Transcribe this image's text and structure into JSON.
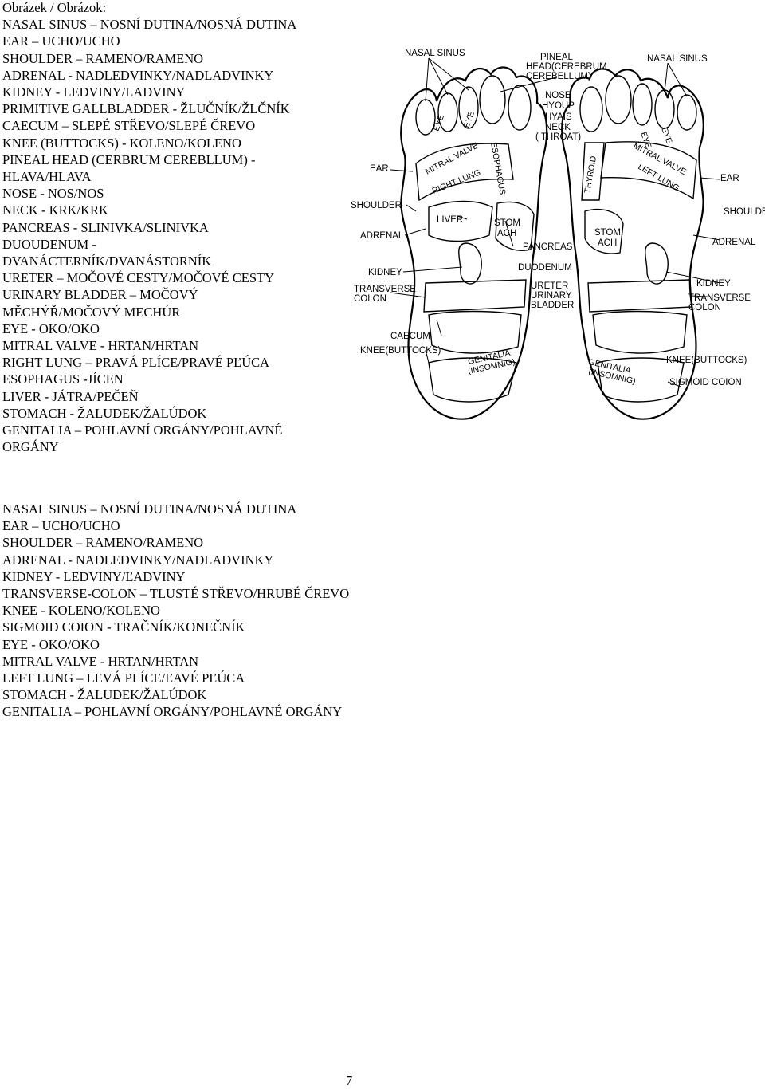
{
  "left_list": {
    "heading": "Obrázek / Obrázok:",
    "lines": [
      "NASAL SINUS – NOSNÍ DUTINA/NOSNÁ DUTINA",
      "EAR – UCHO/UCHO",
      "SHOULDER – RAMENO/RAMENO",
      "ADRENAL - NADLEDVINKY/NADLADVINKY",
      "KIDNEY - LEDVINY/LADVINY",
      "PRIMITIVE GALLBLADDER - ŽLUČNÍK/ŽLČNÍK",
      "CAECUM – SLEPÉ STŘEVO/SLEPÉ ČREVO",
      "KNEE (BUTTOCKS) - KOLENO/KOLENO",
      "PINEAL HEAD (CERBRUM CEREBLLUM) -",
      "HLAVA/HLAVA",
      "NOSE - NOS/NOS",
      "NECK - KRK/KRK",
      "PANCREAS - SLINIVKA/SLINIVKA",
      "DUOUDENUM -",
      "DVANÁCTERNÍK/DVANÁSTORNÍK",
      "URETER – MOČOVÉ CESTY/MOČOVÉ CESTY",
      "URINARY BLADDER – MOČOVÝ",
      "MĚCHÝŘ/MOČOVÝ MECHÚR",
      "EYE - OKO/OKO",
      "MITRAL VALVE - HRTAN/HRTAN",
      "RIGHT LUNG – PRAVÁ PLÍCE/PRAVÉ PĽÚCA",
      "ESOPHAGUS -JÍCEN",
      "LIVER - JÁTRA/PEČEŇ",
      "STOMACH - ŽALUDEK/ŽALÚDOK",
      "GENITALIA – POHLAVNÍ ORGÁNY/POHLAVNÉ",
      "ORGÁNY"
    ]
  },
  "right_list": {
    "lines": [
      "NASAL SINUS – NOSNÍ DUTINA/NOSNÁ DUTINA",
      "EAR – UCHO/UCHO",
      "SHOULDER – RAMENO/RAMENO",
      "ADRENAL - NADLEDVINKY/NADLADVINKY",
      "KIDNEY - LEDVINY/ĽADVINY",
      "TRANSVERSE-COLON – TLUSTÉ STŘEVO/HRUBÉ ČREVO",
      "KNEE - KOLENO/KOLENO",
      "SIGMOID COION - TRAČNÍK/KONEČNÍK",
      "EYE - OKO/OKO",
      "MITRAL VALVE - HRTAN/HRTAN",
      "LEFT LUNG – LEVÁ PLÍCE/ĽAVÉ PĽÚCA",
      "STOMACH - ŽALUDEK/ŽALÚDOK",
      "GENITALIA – POHLAVNÍ ORGÁNY/POHLAVNÉ ORGÁNY"
    ]
  },
  "figure_labels": {
    "nasal_sinus_left": "NASAL SINUS",
    "pineal_head": "PINEAL",
    "pineal_head_2": "HEAD(CEREBRUM",
    "pineal_head_3": "CEREBELLUM)",
    "nasal_sinus_right": "NASAL SINUS",
    "nose": "NOSE",
    "hyoup": "HYOUP",
    "hyais": "HYAIS",
    "neck": "NECK",
    "throat": "( THROAT)",
    "eye_left_1": "EYE",
    "eye_left_2": "EYE",
    "eye_right_1": "EYE",
    "eye_right_2": "EYE",
    "ear_left": "EAR",
    "ear_right": "EAR",
    "mitral_valve_left": "MITRAL VALVE",
    "mitral_valve_right": "MITRAL VALVE",
    "esophagus": "ESOPHAGUS",
    "right_lung": "RIGHT LUNG",
    "left_lung": "LEFT LUNG",
    "thyroid": "THYROID",
    "shoulder_left": "SHOULDER",
    "shoulder_right": "SHOULDE",
    "liver": "LIVER",
    "stomach_left_1": "STOM",
    "stomach_left_2": "ACH",
    "stomach_right_1": "STOM",
    "stomach_right_2": "ACH",
    "adrenal_left": "ADRENAL",
    "adrenal_right": "ADRENAL",
    "pancreas": "PANCREAS",
    "duodenum": "DUODENUM",
    "kidney_left": "KIDNEY",
    "kidney_right": "KIDNEY",
    "ureter": "URETER",
    "urinary": "URINARY",
    "bladder": "BLADDER",
    "transverse_left_1": "TRANSVERSE",
    "transverse_left_2": "COLON",
    "transverse_right_1": "TRANSVERSE",
    "transverse_right_2": "COLON",
    "caecum": "CAECUM",
    "knee_buttocks": "KNEE(BUTTOCKS)",
    "knee_buttocks_right": "KNEE(BUTTOCKS)",
    "genitalia_left_1": "GENITALIA",
    "genitalia_left_2": "(INSOMNIG)",
    "genitalia_right_1": "GENITALIA",
    "genitalia_right_2": "(INSOMNIG)",
    "sigmoid_coion": "SIGMOID COION"
  },
  "page_number": "7"
}
